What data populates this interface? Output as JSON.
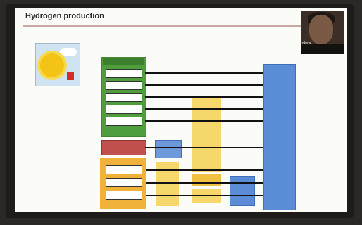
{
  "slide": {
    "title": "Hydrogen production"
  },
  "presenter": {
    "name": "okara"
  },
  "icons": {
    "sun": "sun-icon",
    "camera": "webcam-feed"
  },
  "colors": {
    "green": "#4f9d3c",
    "red": "#c0504d",
    "orange": "#f0b23a",
    "blue": "#5b8dd6",
    "yellow": "#f5d76b"
  }
}
